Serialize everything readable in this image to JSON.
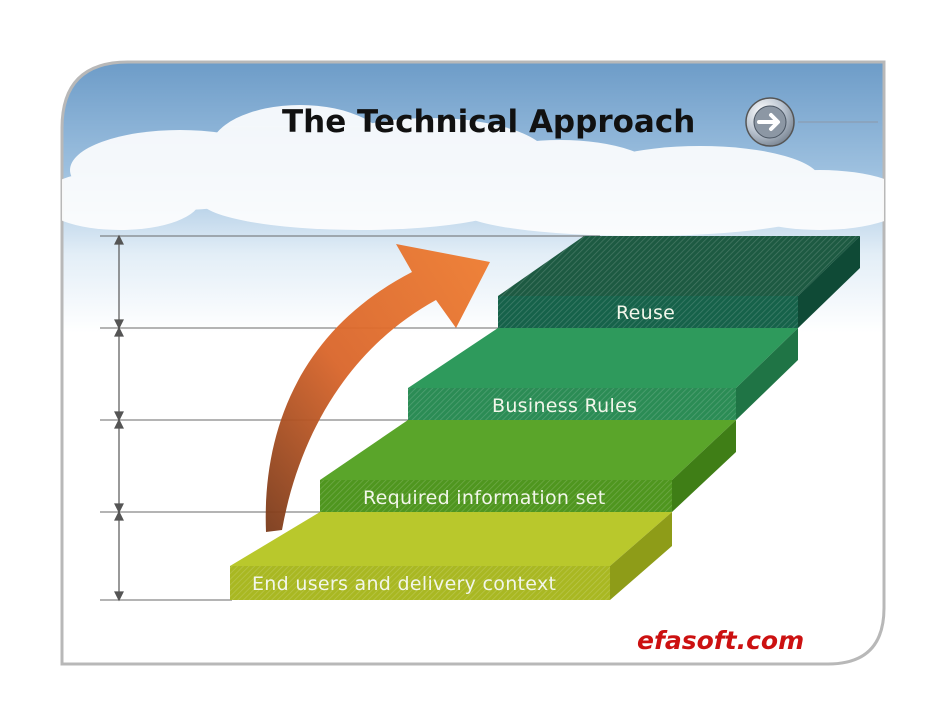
{
  "slide": {
    "title": "The Technical Approach",
    "brand": "efasoft.com",
    "next_icon": "arrow-right-icon"
  },
  "steps": [
    {
      "label": "End users and delivery context",
      "color": "#b4c52a"
    },
    {
      "label": "Required information set",
      "color": "#5a9e2a"
    },
    {
      "label": "Business Rules",
      "color": "#2b8c55"
    },
    {
      "label": "Reuse",
      "color": "#16624a"
    }
  ],
  "colors": {
    "accent_arrow": "#e8732a",
    "brand": "#cc1111",
    "frame": "#b8b8b8"
  }
}
